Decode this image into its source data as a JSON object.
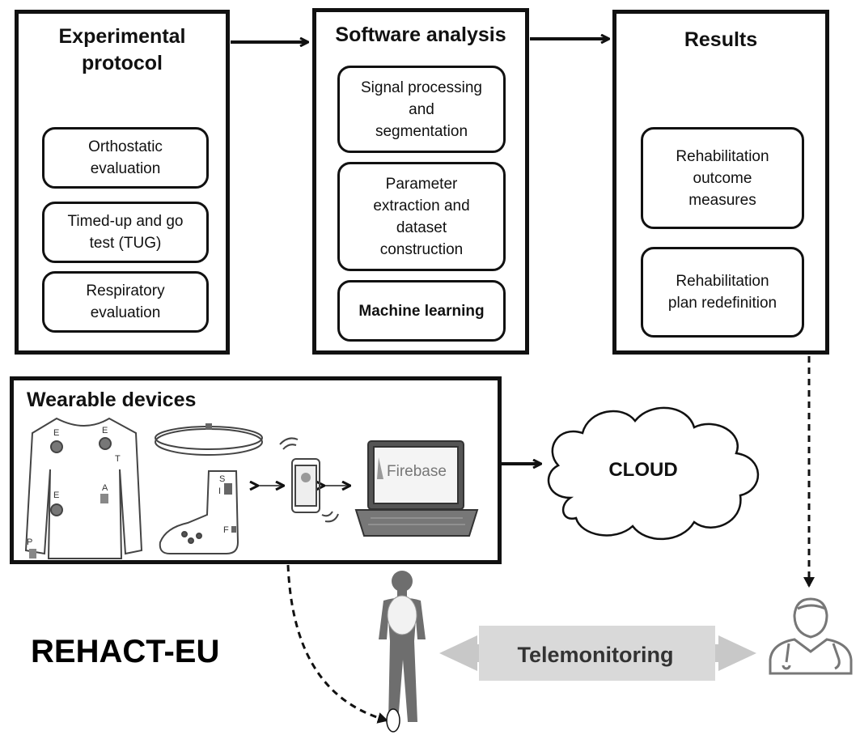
{
  "protocol": {
    "title": "Experimental\nprotocol",
    "items": [
      "Orthostatic\nevaluation",
      "Timed-up and go\ntest (TUG)",
      "Respiratory\nevaluation"
    ]
  },
  "software": {
    "title": "Software analysis",
    "items": [
      "Signal processing\nand\nsegmentation",
      "Parameter\nextraction and\ndataset\nconstruction",
      "Machine learning"
    ]
  },
  "results": {
    "title": "Results",
    "items": [
      "Rehabilitation\noutcome\nmeasures",
      "Rehabilitation\nplan redefinition"
    ]
  },
  "wearable": {
    "title": "Wearable devices",
    "shirt_markers": [
      "E",
      "E",
      "T",
      "E",
      "A",
      "P"
    ],
    "sock_markers": [
      "S",
      "I",
      "F"
    ],
    "laptop_text": "Firebase"
  },
  "cloud_label": "CLOUD",
  "project_name": "REHACT-EU",
  "telemonitoring_label": "Telemonitoring",
  "colors": {
    "stroke": "#111111",
    "gray_figure": "#6e6e6e",
    "telemonitoring_fill": "#d9d9d9",
    "telemonitoring_arrow": "#c8c8c8"
  }
}
